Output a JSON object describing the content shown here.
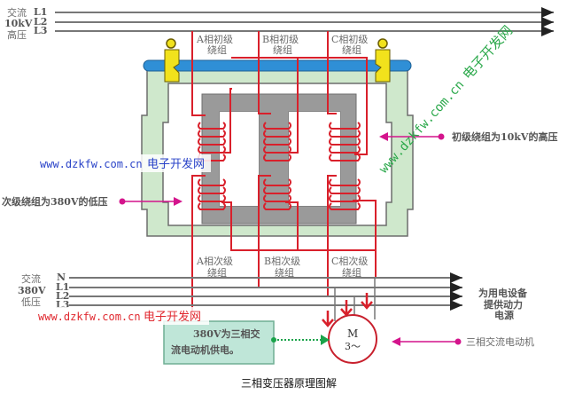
{
  "title": "三相变压器原理图解",
  "hv_supply": {
    "label_lines": [
      "交流",
      "10kV",
      "高压"
    ],
    "lines": [
      "L1",
      "L2",
      "L3"
    ]
  },
  "lv_supply": {
    "label_lines": [
      "交流",
      "380V",
      "低压"
    ],
    "lines": [
      "N",
      "L1",
      "L2",
      "L3"
    ]
  },
  "primary_windings": [
    {
      "line1": "A相初级",
      "line2": "绕组"
    },
    {
      "line1": "B相初级",
      "line2": "绕组"
    },
    {
      "line1": "C相初级",
      "line2": "绕组"
    }
  ],
  "secondary_windings": [
    {
      "line1": "A相次级",
      "line2": "绕组"
    },
    {
      "line1": "B相次级",
      "line2": "绕组"
    },
    {
      "line1": "C相次级",
      "line2": "绕组"
    }
  ],
  "callouts": {
    "primary": "初级绕组为10kV的高压",
    "secondary": "次级绕组为380V的低压",
    "motor": "三相交流电动机",
    "equipment_lines": [
      "为用电设备",
      "提供动力",
      "电源"
    ]
  },
  "note_box": {
    "line1": "380V为三相交",
    "line2": "流电动机供电。"
  },
  "motor": {
    "symbol": "M",
    "phase": "3～"
  },
  "watermarks": {
    "url": "www.dzkfw.com.cn",
    "name": "电子开发网"
  },
  "colors": {
    "wire": "#d9202b",
    "core": "#9a9a9a",
    "tank": "#cfe8cc",
    "bar": "#2f8fd6",
    "clamp": "#f2e21c",
    "arrow_magenta": "#d4148c",
    "arrow_green": "#1aa34a",
    "note_bg": "#bfe6d8"
  }
}
